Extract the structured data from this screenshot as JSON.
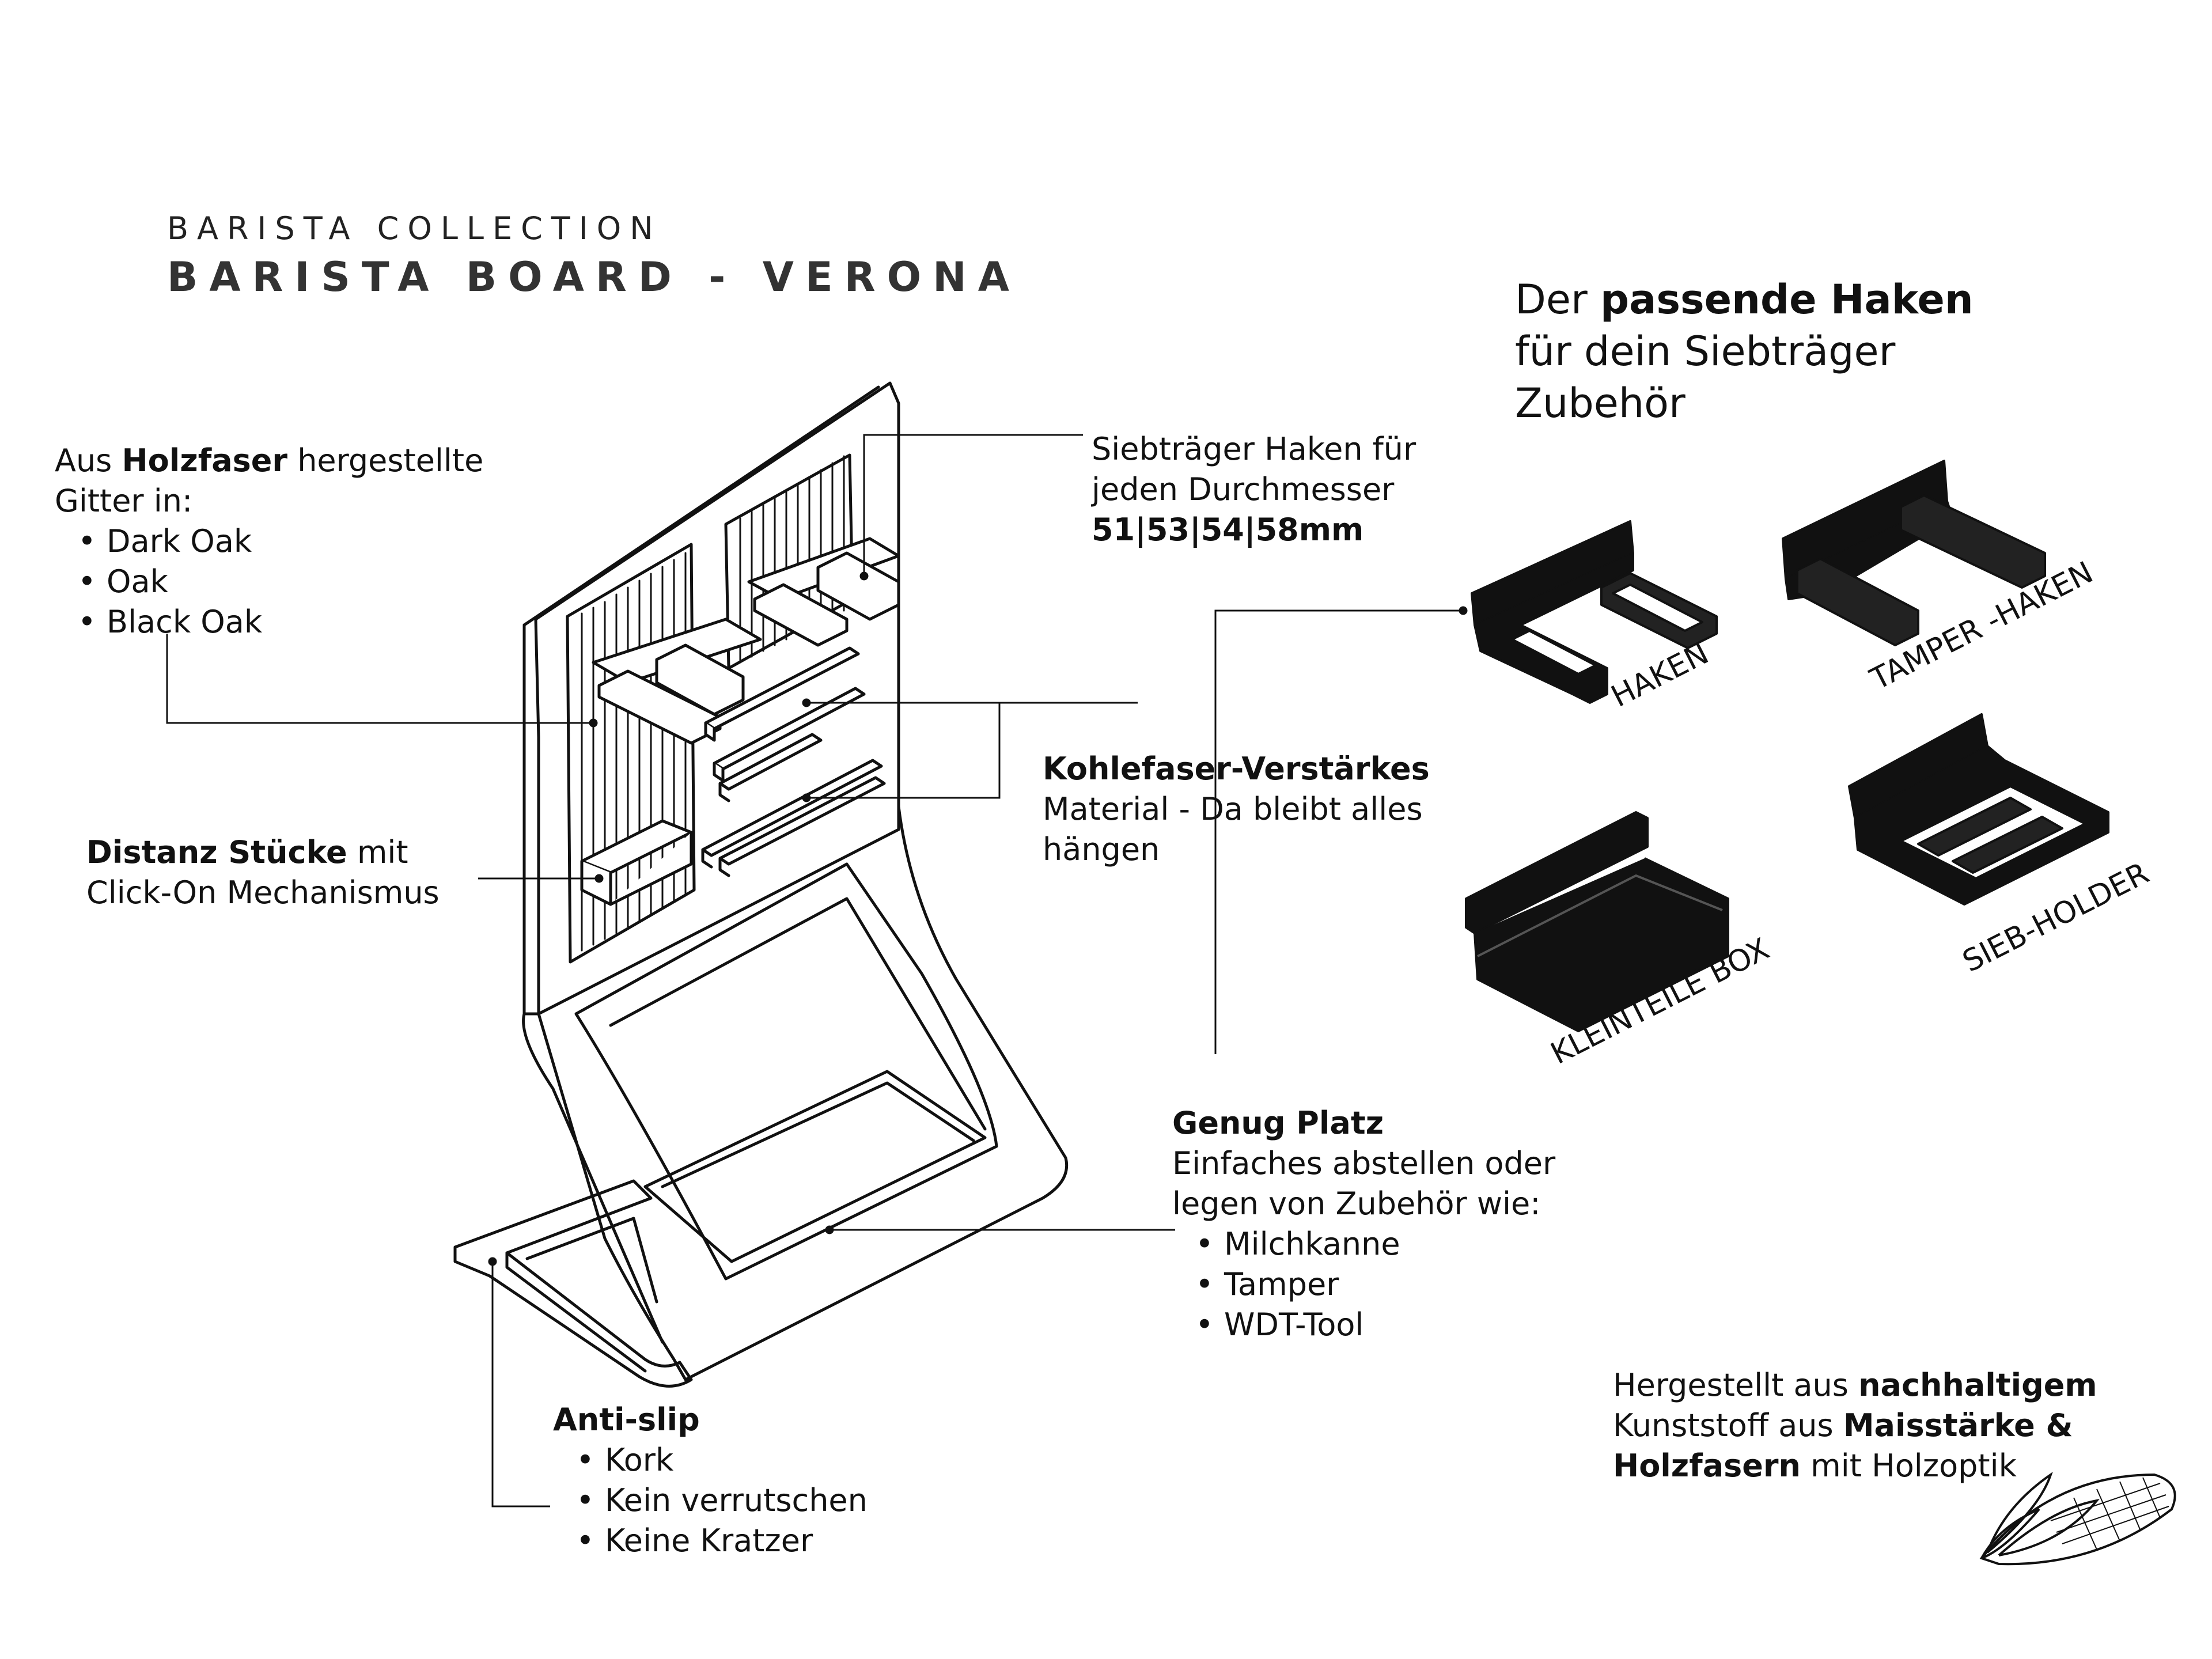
{
  "header": {
    "collection": "BARISTA COLLECTION",
    "product": "BARISTA BOARD - VERONA"
  },
  "callouts": {
    "holzfaser": {
      "pre": "Aus ",
      "bold": "Holzfaser",
      "post": " hergestellte",
      "line2": "Gitter in:",
      "items": [
        "Dark Oak",
        "Oak",
        "Black Oak"
      ]
    },
    "distanz": {
      "bold": "Distanz Stücke",
      "post": " mit",
      "line2": "Click-On Mechanismus"
    },
    "siebtraeger": {
      "line1": "Siebträger Haken für",
      "line2": "jeden Durchmesser",
      "sizes": "51|53|54|58mm"
    },
    "kohlefaser": {
      "bold": "Kohlefaser-Verstärkes",
      "line2": "Material - Da bleibt alles",
      "line3": "hängen"
    },
    "platz": {
      "bold": "Genug Platz",
      "line2": "Einfaches abstellen oder",
      "line3": "legen von Zubehör wie:",
      "items": [
        "Milchkanne",
        "Tamper",
        "WDT-Tool"
      ]
    },
    "antislip": {
      "bold": "Anti-slip",
      "items": [
        "Kork",
        "Kein verrutschen",
        "Keine Kratzer"
      ]
    }
  },
  "accessories": {
    "title_pre": "Der ",
    "title_bold": "passende Haken",
    "title_line2": "für dein Siebträger",
    "title_line3": "Zubehör",
    "items": [
      "HAKEN",
      "TAMPER -HAKEN",
      "KLEINTEILE BOX",
      "SIEB-HOLDER"
    ]
  },
  "sustainability": {
    "l1_pre": "Hergestellt aus ",
    "l1_bold": "nachhaltigem",
    "l2_pre": "Kunststoff aus ",
    "l2_bold": "Maisstärke &",
    "l3_bold": "Holzfasern",
    "l3_post": " mit Holzoptik"
  },
  "icons": [
    "corn-icon"
  ]
}
